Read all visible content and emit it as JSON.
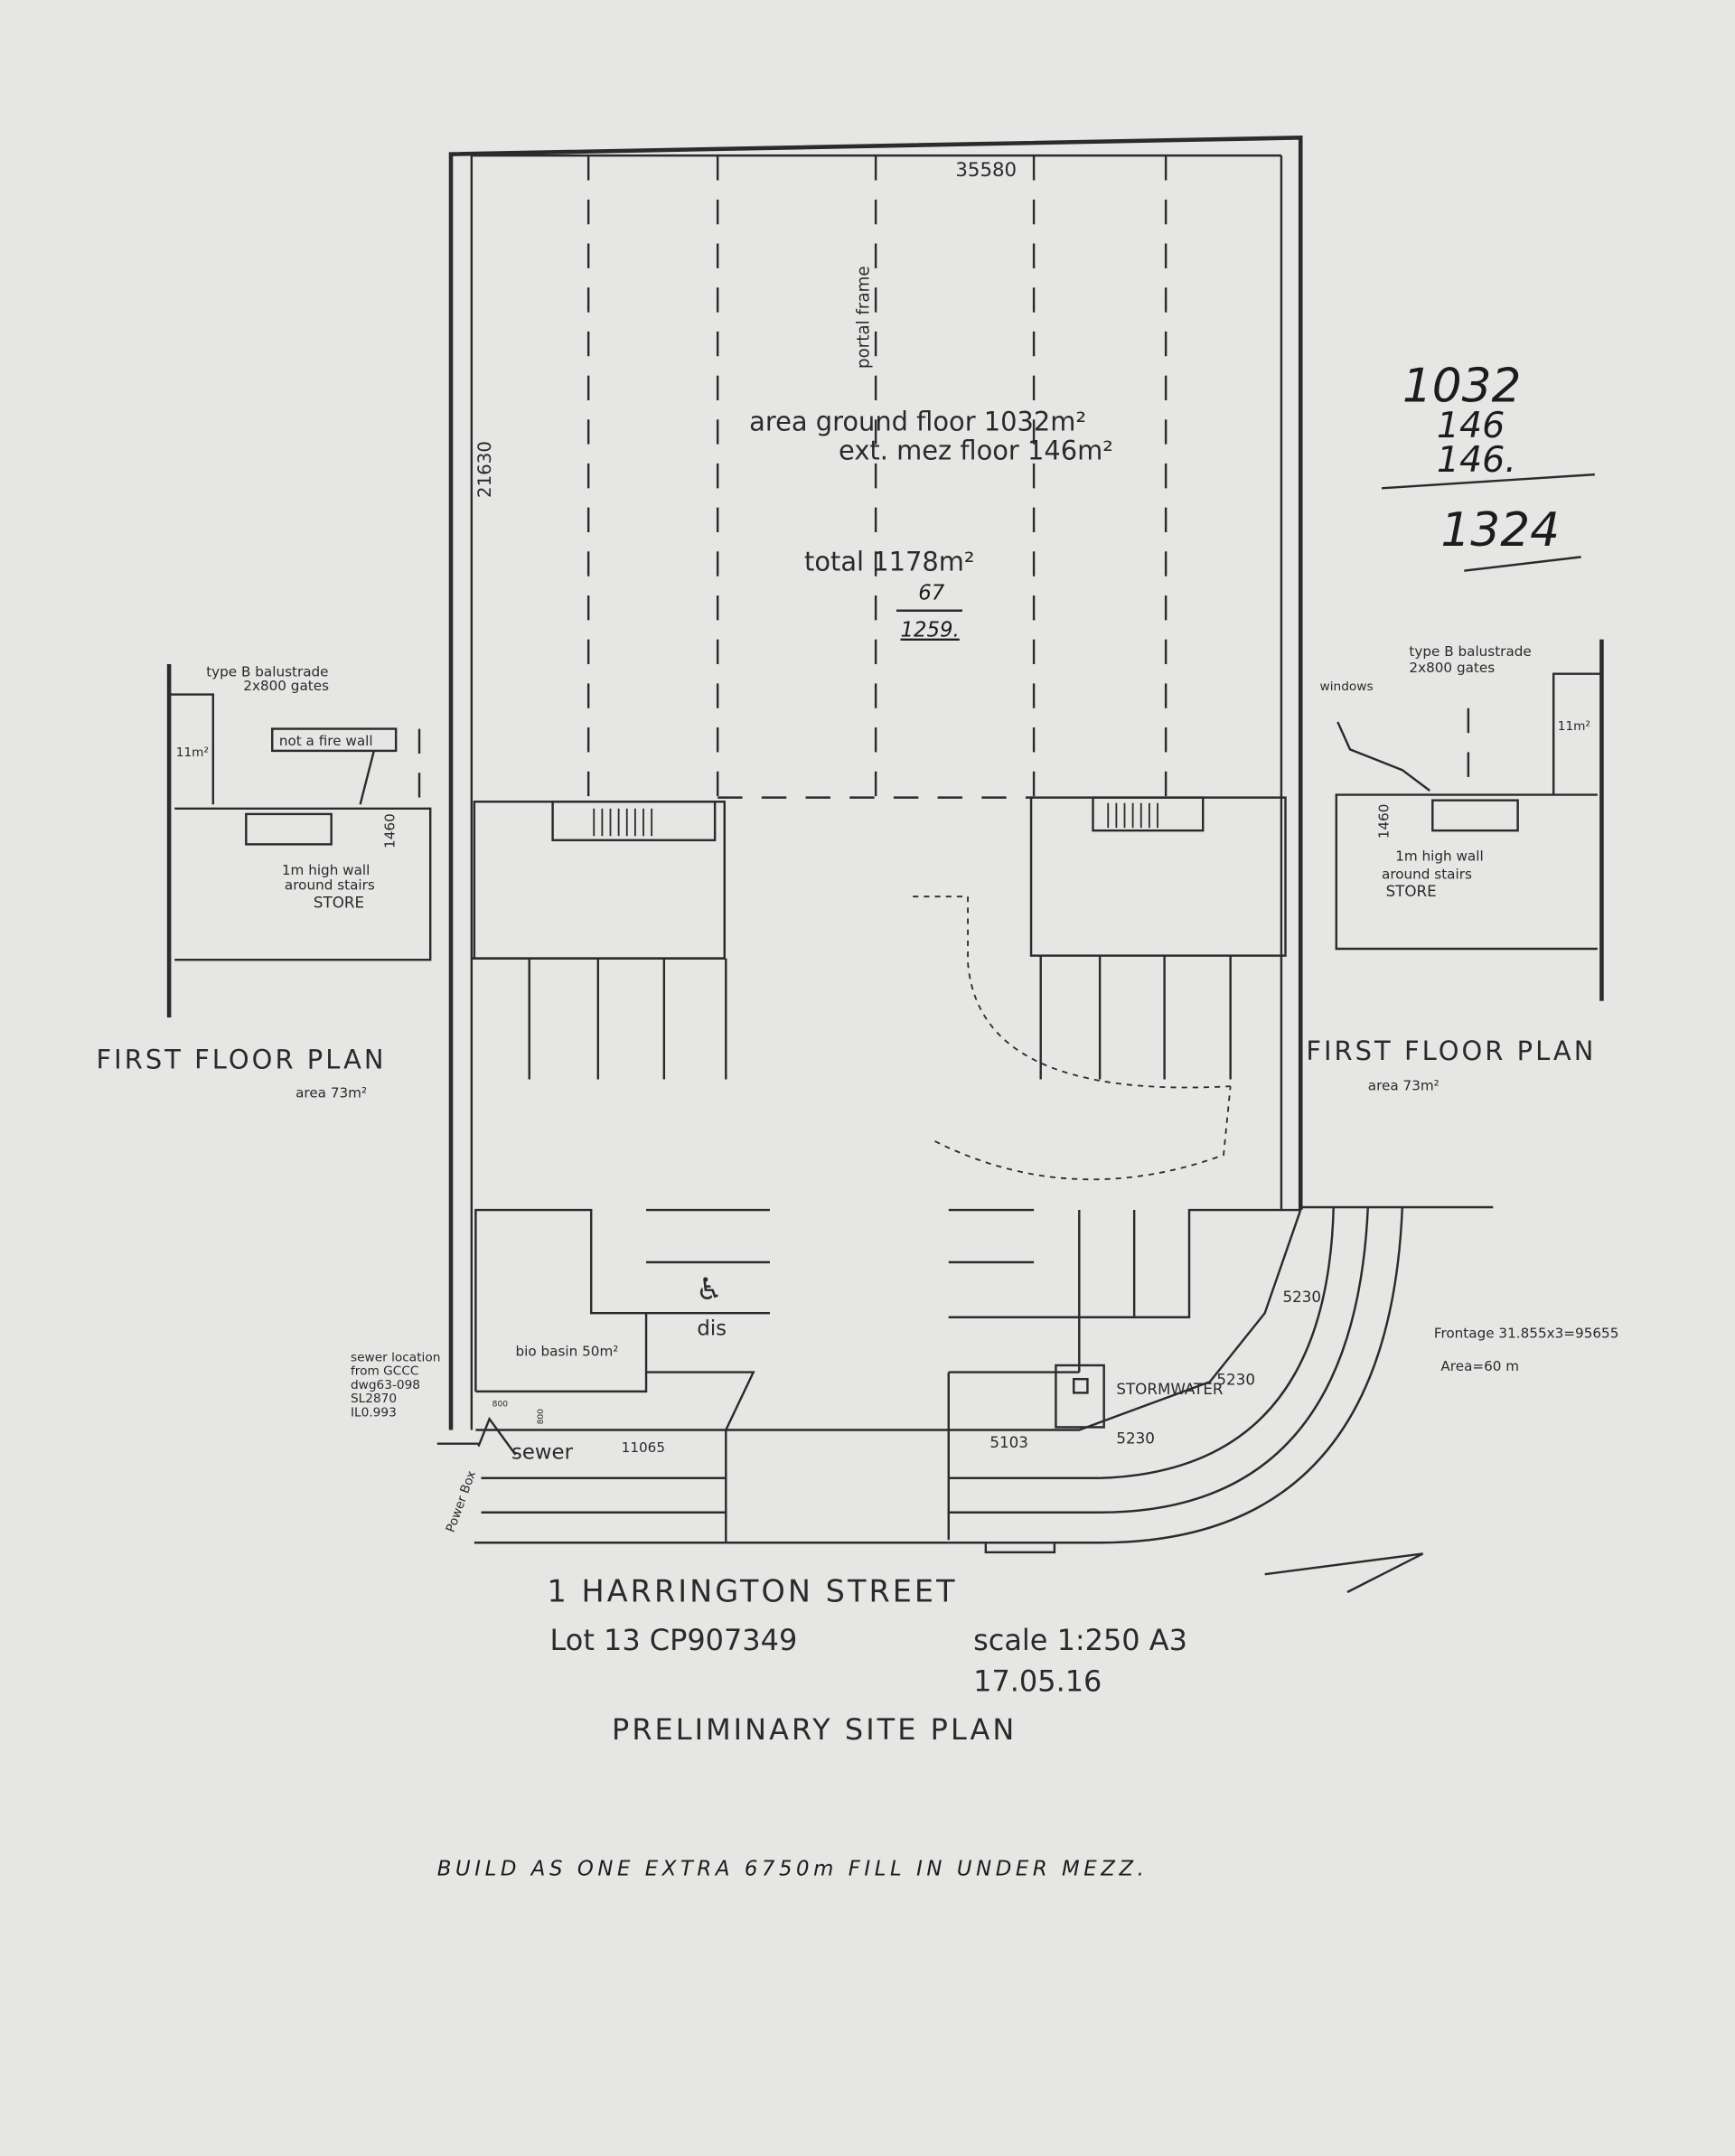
{
  "main_plan": {
    "width_dim": "35580",
    "depth_dim": "21630",
    "portal_frame": "portal frame",
    "area_ground": "area ground floor 1032m²",
    "area_mez": "ext. mez floor 146m²",
    "total": "total 1178m²",
    "hand_add": "67",
    "hand_sum": "1259."
  },
  "first_floor_left": {
    "balustrade": "type B balustrade",
    "gates": "2x800 gates",
    "room_area": "11m²",
    "fire_wall_note": "not a fire wall",
    "dim": "1460",
    "wall_note_1": "1m high wall",
    "wall_note_2": "around stairs",
    "store": "STORE",
    "title": "FIRST FLOOR PLAN",
    "area": "area 73m²"
  },
  "first_floor_right": {
    "balustrade": "type B balustrade",
    "gates": "2x800 gates",
    "windows": "windows",
    "room_area": "11m²",
    "dim": "1460",
    "wall_note_1": "1m high wall",
    "wall_note_2": "around stairs",
    "store": "STORE",
    "title": "FIRST FLOOR PLAN",
    "area": "area 73m²"
  },
  "site": {
    "dis": "dis",
    "bio_basin": "bio basin 50m²",
    "sewer_note": [
      "sewer location",
      "from GCCC",
      "dwg63-098",
      "SL2870",
      "IL0.993"
    ],
    "dim_800a": "800",
    "dim_800b": "800",
    "sewer": "sewer",
    "dim_11065": "11065",
    "power_box": "Power Box",
    "dim_5103": "5103",
    "dim_5230_a": "5230",
    "dim_5230_b": "5230",
    "dim_5230_c": "5230",
    "stormwater": "STORMWATER",
    "frontage": "Frontage 31.855x3=95655",
    "area": "Area=60 m"
  },
  "title_block": {
    "address": "1 HARRINGTON STREET",
    "lot": "Lot 13 CP907349",
    "scale": "scale 1:250 A3",
    "date": "17.05.16",
    "title": "PRELIMINARY SITE PLAN"
  },
  "handwritten": {
    "note": "BUILD AS ONE   EXTRA 6750m FILL IN UNDER MEZZ.",
    "sum_lines": [
      "1032",
      "146",
      "146."
    ],
    "sum_total": "1324"
  }
}
